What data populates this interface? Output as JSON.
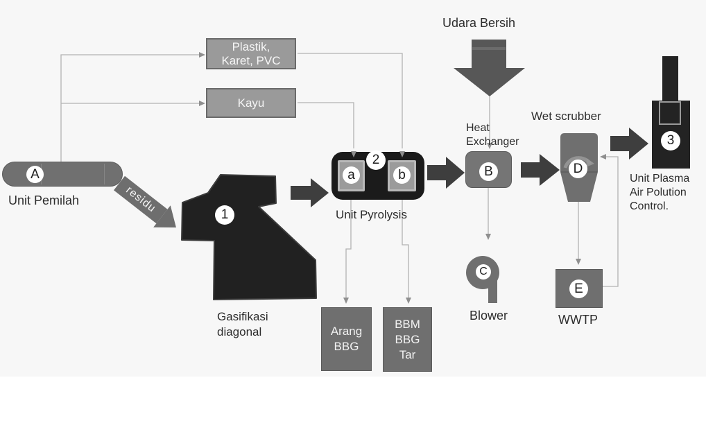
{
  "colors": {
    "canvas_bg": "#f7f7f7",
    "box_gray": "#9a9a9a",
    "node_gray": "#6f6f6f",
    "dark_shape": "#212121",
    "thick_arrow": "#3e3e3e",
    "big_arrow": "#575757",
    "thin_line": "#b3b3b3",
    "text_dark": "#2d2d2d"
  },
  "nodes": {
    "unit_pemilah": {
      "letter": "A",
      "label": "Unit Pemilah"
    },
    "plastik": {
      "lines": [
        "Plastik,",
        "Karet, PVC"
      ]
    },
    "kayu": {
      "label": "Kayu"
    },
    "residu": {
      "label": "residu"
    },
    "gasifier": {
      "number": "1",
      "label_lines": [
        "Gasifikasi",
        "diagonal"
      ]
    },
    "pyrolysis": {
      "number": "2",
      "chamber_a": "a",
      "chamber_b": "b",
      "label": "Unit Pyrolysis"
    },
    "arang": {
      "lines": [
        "Arang",
        "BBG"
      ]
    },
    "bbm": {
      "lines": [
        "BBM",
        "BBG",
        "Tar"
      ]
    },
    "udara": {
      "label": "Udara Bersih"
    },
    "heat_exchanger": {
      "letter": "B",
      "label_lines": [
        "Heat",
        "Exchanger"
      ]
    },
    "blower": {
      "letter": "C",
      "label": "Blower"
    },
    "wet_scrubber": {
      "letter": "D",
      "label": "Wet scrubber"
    },
    "plasma": {
      "number": "3",
      "label_lines": [
        "Unit Plasma",
        "Air Polution",
        "Control."
      ]
    },
    "wwtp": {
      "letter": "E",
      "label": "WWTP"
    }
  }
}
